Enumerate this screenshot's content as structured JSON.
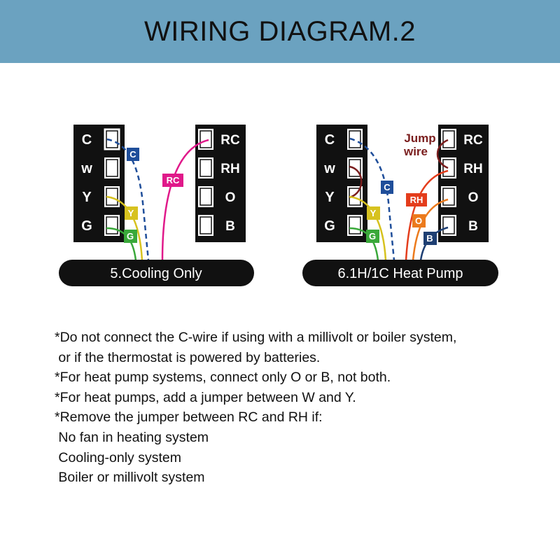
{
  "header": {
    "title": "WIRING DIAGRAM.2"
  },
  "diagrams": [
    {
      "caption": "5.Cooling Only",
      "left_terminals": [
        "C",
        "w",
        "Y",
        "G"
      ],
      "right_terminals": [
        "RC",
        "RH",
        "O",
        "B"
      ],
      "wire_tags": {
        "c": "C",
        "rc": "RC",
        "y": "Y",
        "g": "G"
      }
    },
    {
      "caption": "6.1H/1C Heat Pump",
      "left_terminals": [
        "C",
        "w",
        "Y",
        "G"
      ],
      "right_terminals": [
        "RC",
        "RH",
        "O",
        "B"
      ],
      "jump_wire_label": [
        "Jump",
        "wire"
      ],
      "wire_tags": {
        "c": "C",
        "rh": "RH",
        "o": "O",
        "b": "B",
        "y": "Y",
        "g": "G"
      }
    }
  ],
  "notes": [
    "*Do not connect the C-wire if using with a millivolt or boiler system,",
    " or if the thermostat is powered by batteries.",
    "*For heat pump systems, connect only O or B, not both.",
    "*For heat pumps, add a jumper between W and Y.",
    "*Remove the jumper between RC and RH if:",
    " No fan in heating system",
    " Cooling-only system",
    " Boiler or millivolt system"
  ],
  "colors": {
    "header_bg": "#6ba2c0",
    "c_wire": "#1f4e9a",
    "rc_wire": "#e0198a",
    "y_wire": "#d7c21f",
    "g_wire": "#3aa83a",
    "rh_wire": "#e43d1c",
    "o_wire": "#ec7a1c",
    "b_wire": "#1e3f73",
    "jumper": "#7a1d1d"
  }
}
